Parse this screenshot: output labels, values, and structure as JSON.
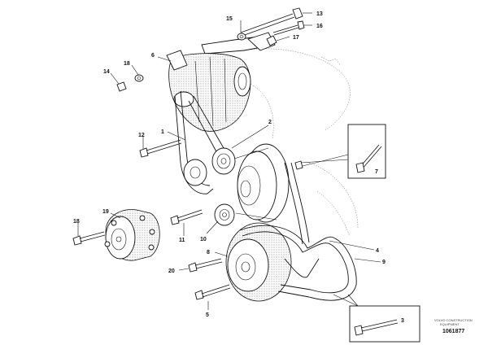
{
  "diagram": {
    "callouts": [
      {
        "id": "c1",
        "label": "1"
      },
      {
        "id": "c2",
        "label": "2"
      },
      {
        "id": "c3",
        "label": "3"
      },
      {
        "id": "c4",
        "label": "4"
      },
      {
        "id": "c5",
        "label": "5"
      },
      {
        "id": "c6",
        "label": "6"
      },
      {
        "id": "c7",
        "label": "7"
      },
      {
        "id": "c8",
        "label": "8"
      },
      {
        "id": "c9",
        "label": "9"
      },
      {
        "id": "c10",
        "label": "10"
      },
      {
        "id": "c11",
        "label": "11"
      },
      {
        "id": "c12",
        "label": "12"
      },
      {
        "id": "c13",
        "label": "13"
      },
      {
        "id": "c14",
        "label": "14"
      },
      {
        "id": "c15",
        "label": "15"
      },
      {
        "id": "c16",
        "label": "16"
      },
      {
        "id": "c17",
        "label": "17"
      },
      {
        "id": "c18a",
        "label": "18"
      },
      {
        "id": "c18b",
        "label": "18"
      },
      {
        "id": "c19",
        "label": "19"
      },
      {
        "id": "c20",
        "label": "20"
      }
    ],
    "watermark_line1": "VOLVO CONSTRUCTION",
    "watermark_line2": "EQUIPMENT",
    "reference_number": "1061877"
  }
}
